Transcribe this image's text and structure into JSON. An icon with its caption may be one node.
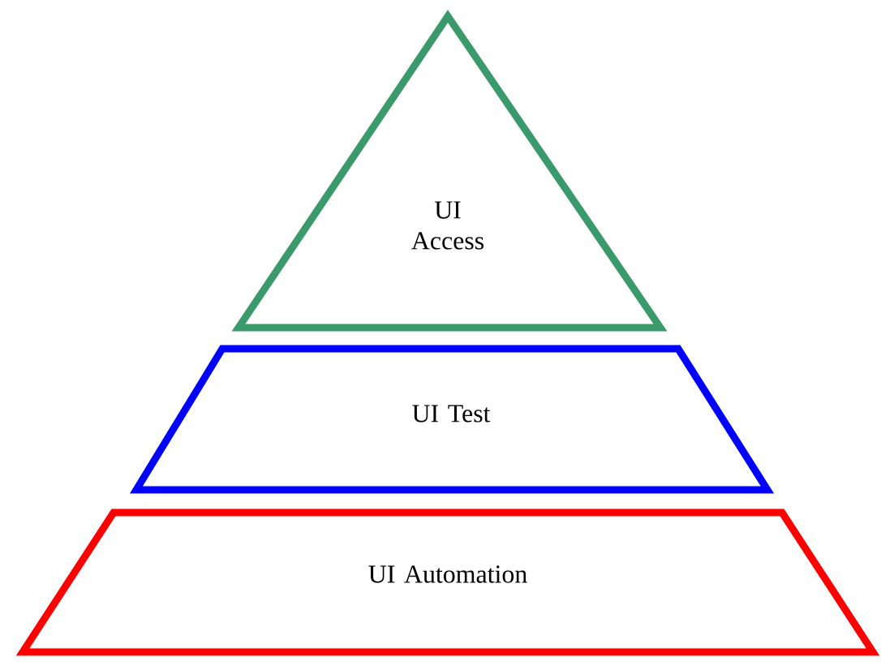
{
  "diagram": {
    "nodes": [
      {
        "text": [
          "UI Access"
        ]
      },
      {
        "text": [
          "UI Test"
        ]
      },
      {
        "text": [
          "UI Automation"
        ]
      }
    ]
  }
}
